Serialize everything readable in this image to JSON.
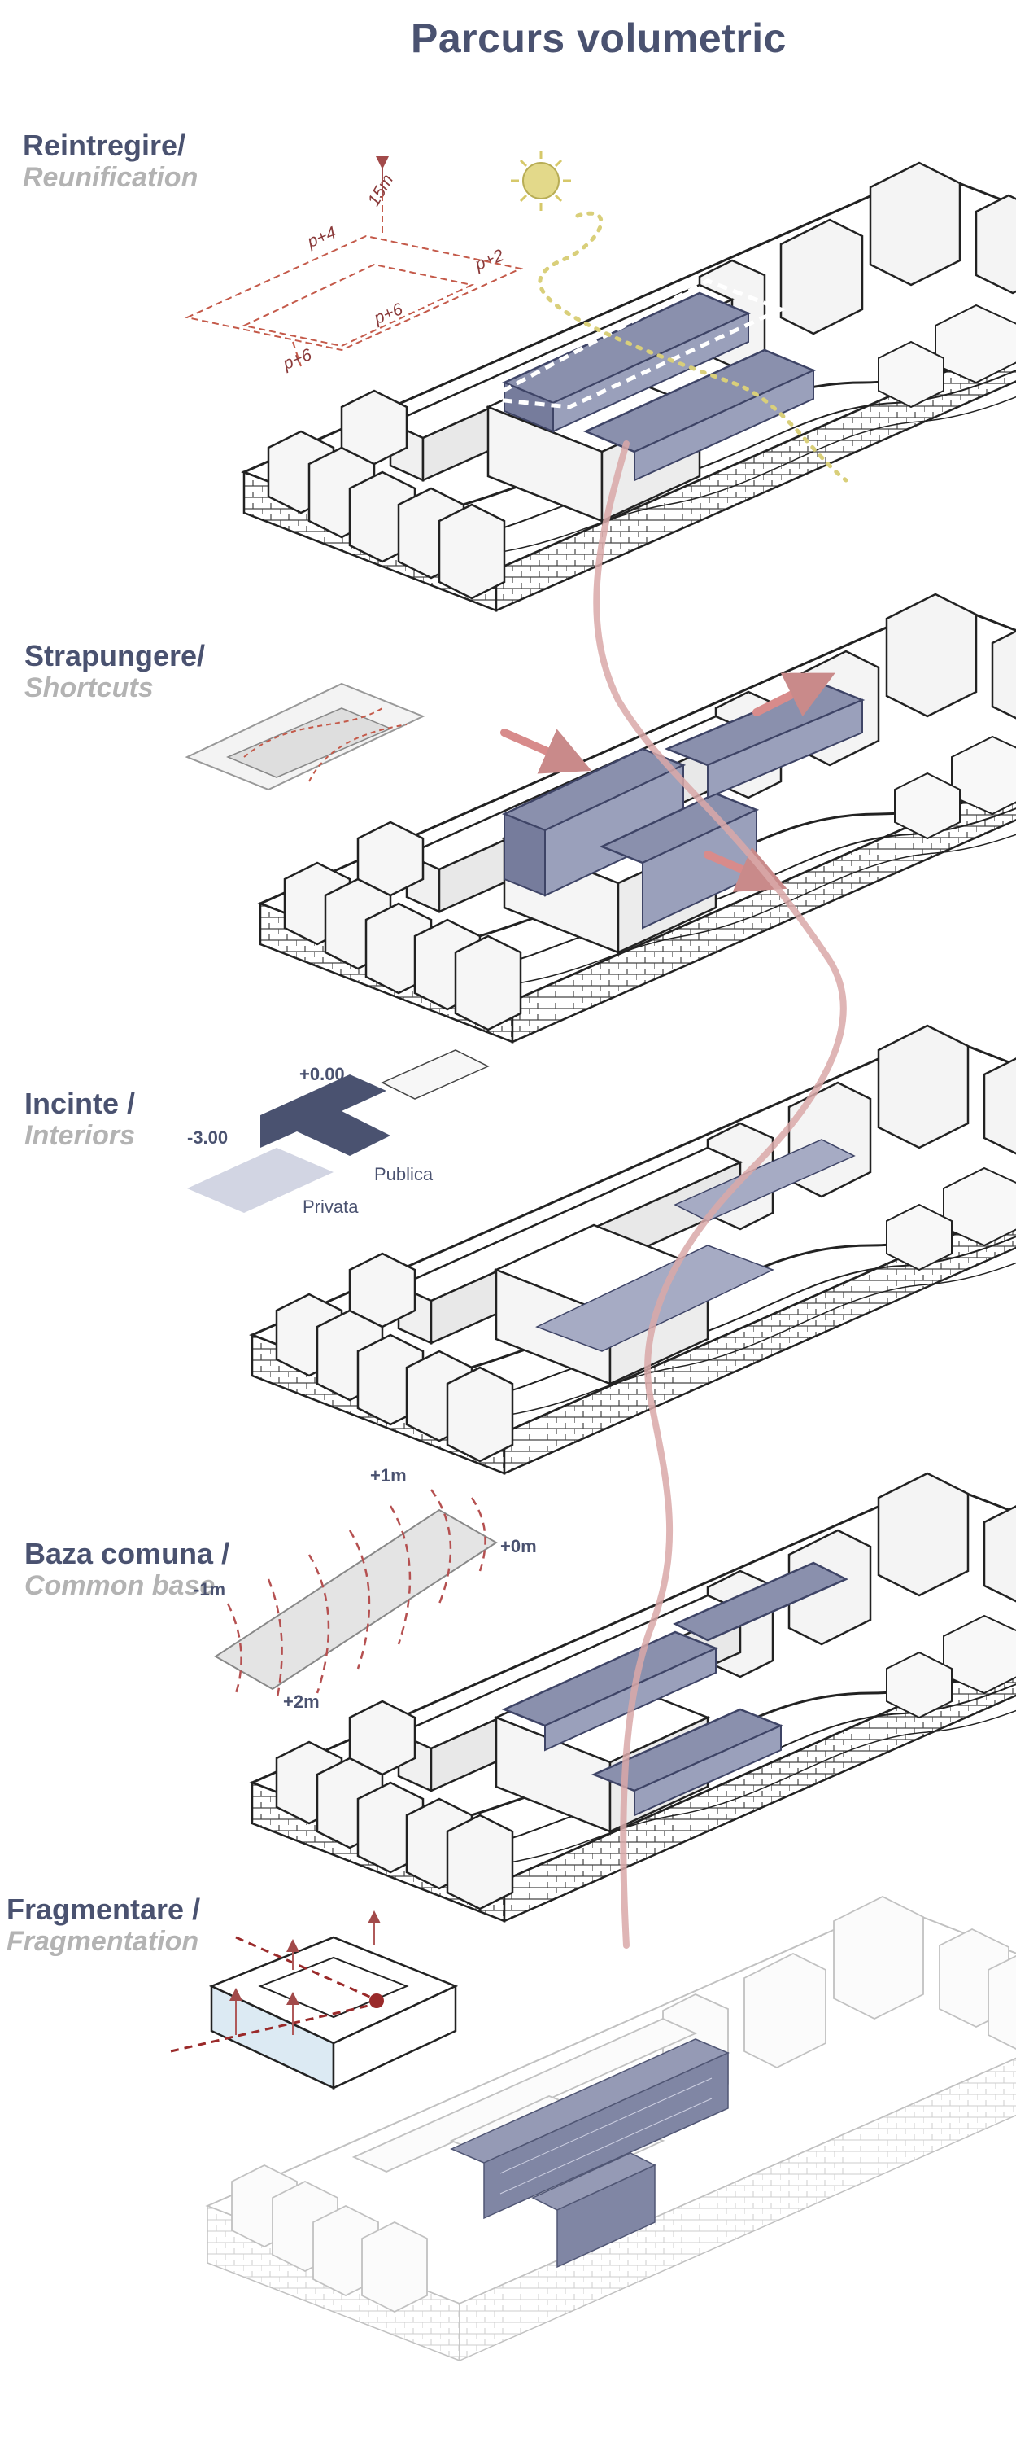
{
  "title": "Parcurs volumetric",
  "steps": [
    {
      "label": "Reintregire/",
      "sublabel": "Reunification"
    },
    {
      "label": "Strapungere/",
      "sublabel": "Shortcuts"
    },
    {
      "label": "Incinte /",
      "sublabel": "Interiors"
    },
    {
      "label": "Baza comuna /",
      "sublabel": "Common base"
    },
    {
      "label": "Fragmentare /",
      "sublabel": "Fragmentation"
    }
  ],
  "reunification_annotations": [
    "15m",
    "p+4",
    "p+2",
    "p+6",
    "p+6"
  ],
  "interiors_annotations": {
    "top_level": "+0.00",
    "low_level": "-3.00",
    "public": "Publica",
    "private": "Privata"
  },
  "common_base_annotations": [
    "+1m",
    "+0m",
    "-1m",
    "+2m"
  ],
  "colors": {
    "accent": "#8a90ad",
    "path": "#c98a8a",
    "text": "#4a5270",
    "subtext": "#b3b3b3",
    "sun": "#d9cf7a"
  }
}
